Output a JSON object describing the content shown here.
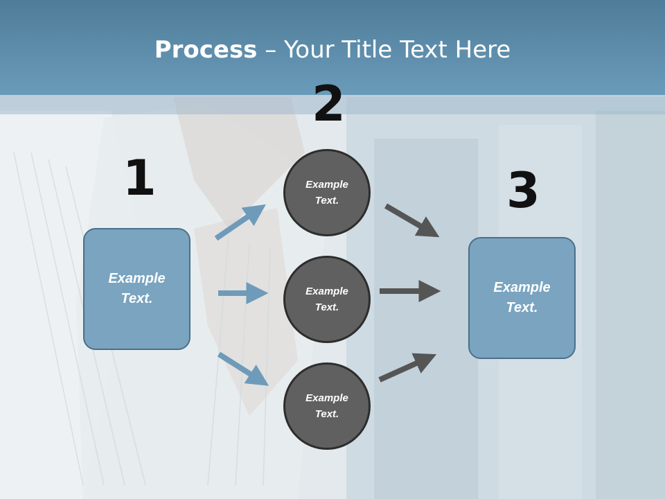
{
  "slide": {
    "title_bold": "Process",
    "title_rest": " – Your Title Text Here"
  },
  "steps": {
    "one": {
      "number": "1",
      "text": "Example Text."
    },
    "two": {
      "number": "2"
    },
    "three": {
      "number": "3",
      "text": "Example Text."
    }
  },
  "circles": [
    {
      "text": "Example Text."
    },
    {
      "text": "Example Text."
    },
    {
      "text": "Example Text."
    }
  ],
  "colors": {
    "header": "#6a9bba",
    "box_fill": "#7aa4c0",
    "box_border": "#4b6f88",
    "circle_fill": "#606060",
    "blue_arrow": "#6e9bb9",
    "dark_arrow": "#555555"
  }
}
